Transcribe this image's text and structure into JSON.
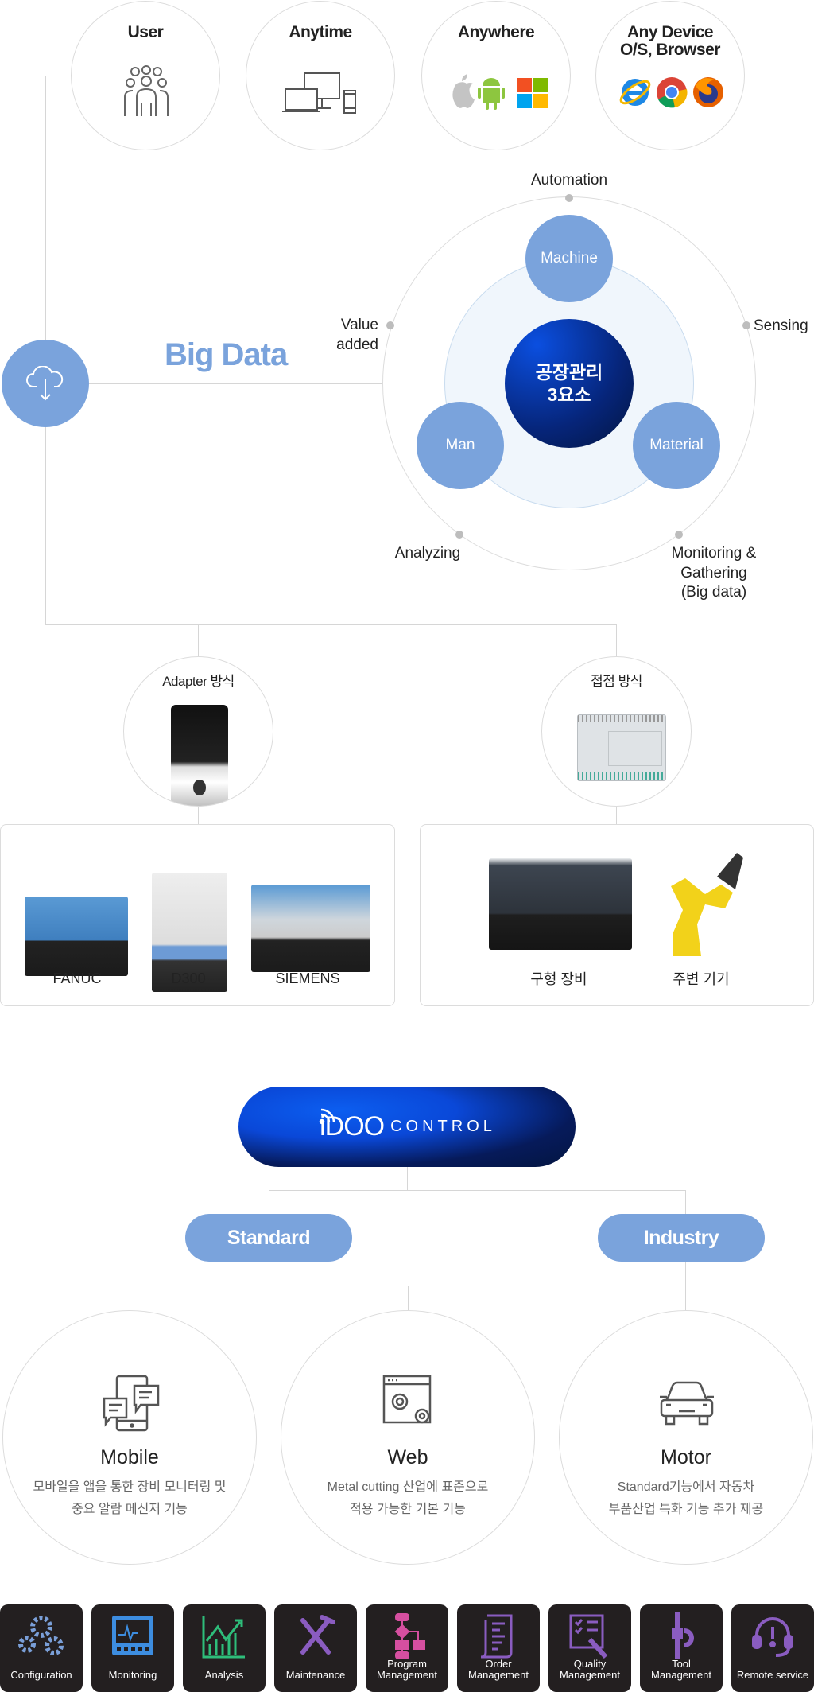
{
  "top_circles": [
    {
      "title": "User",
      "icon": "users-icon"
    },
    {
      "title": "Anytime",
      "icon": "devices-icon"
    },
    {
      "title": "Anywhere",
      "icon": "os-logos-icon"
    },
    {
      "title_line1": "Any Device",
      "title_line2": "O/S, Browser",
      "icon": "browser-logos-icon"
    }
  ],
  "big_data": {
    "label": "Big Data",
    "cloud_icon": "cloud-download-icon"
  },
  "factory": {
    "center_line1": "공장관리",
    "center_line2": "3요소",
    "elements": [
      "Machine",
      "Man",
      "Material"
    ],
    "ring_labels": {
      "automation": "Automation",
      "value_line1": "Value",
      "value_line2": "added",
      "sensing": "Sensing",
      "analyzing": "Analyzing",
      "monitoring_line1": "Monitoring &",
      "monitoring_line2": "Gathering",
      "monitoring_line3": "(Big data)"
    }
  },
  "connection": {
    "adapter": {
      "title": "Adapter 방식",
      "machines": [
        "FANUC",
        "D300",
        "SIEMENS"
      ]
    },
    "contact": {
      "title": "접점 방식",
      "machines": [
        "구형 장비",
        "주변 기기"
      ]
    }
  },
  "product": {
    "logo_main": "iDOO",
    "logo_sub": "CONTROL",
    "editions": [
      "Standard",
      "Industry"
    ]
  },
  "features": [
    {
      "title": "Mobile",
      "desc1": "모바일을 앱을 통한 장비 모니터링 및",
      "desc2": "중요 알람 메신저 기능",
      "icon": "mobile-chat-icon"
    },
    {
      "title": "Web",
      "desc1": "Metal cutting 산업에 표준으로",
      "desc2": "적용 가능한 기본 기능",
      "icon": "web-settings-icon"
    },
    {
      "title": "Motor",
      "desc1": "Standard기능에서 자동차",
      "desc2": "부품산업 특화 기능 추가 제공",
      "icon": "car-icon"
    }
  ],
  "modules": [
    {
      "l1": "Configuration",
      "l2": "",
      "color": "#7a9fd8"
    },
    {
      "l1": "Monitoring",
      "l2": "",
      "color": "#3d8de0"
    },
    {
      "l1": "Analysis",
      "l2": "",
      "color": "#2ebd7a"
    },
    {
      "l1": "Maintenance",
      "l2": "",
      "color": "#8a5cc0"
    },
    {
      "l1": "Program",
      "l2": "Management",
      "color": "#d64fa0"
    },
    {
      "l1": "Order",
      "l2": "Management",
      "color": "#8a5cc0"
    },
    {
      "l1": "Quality",
      "l2": "Management",
      "color": "#8a5cc0"
    },
    {
      "l1": "Tool",
      "l2": "Management",
      "color": "#8a5cc0"
    },
    {
      "l1": "Remote service",
      "l2": "",
      "color": "#8a5cc0"
    }
  ]
}
